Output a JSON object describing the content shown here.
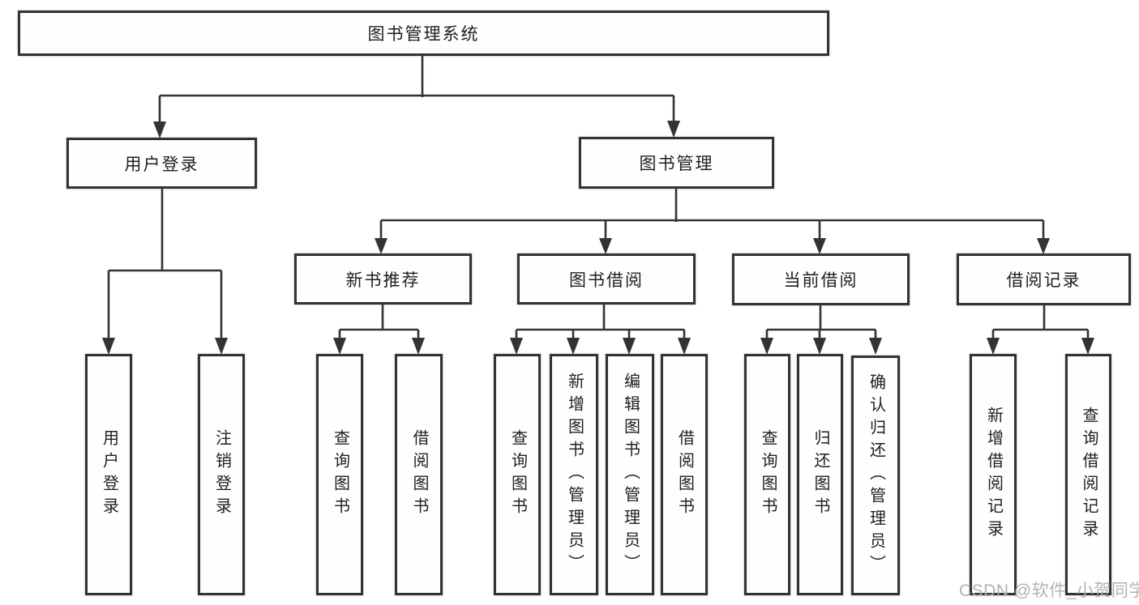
{
  "diagram": {
    "title": "图书管理系统",
    "branches": [
      {
        "label": "用户登录",
        "children": [
          {
            "label": "用户登录"
          },
          {
            "label": "注销登录"
          }
        ]
      },
      {
        "label": "图书管理",
        "groups": [
          {
            "label": "新书推荐",
            "children": [
              {
                "label": "查询图书"
              },
              {
                "label": "借阅图书"
              }
            ]
          },
          {
            "label": "图书借阅",
            "children": [
              {
                "label": "查询图书"
              },
              {
                "label": "新增图书（管理员）"
              },
              {
                "label": "编辑图书（管理员）"
              },
              {
                "label": "借阅图书"
              }
            ]
          },
          {
            "label": "当前借阅",
            "children": [
              {
                "label": "查询图书"
              },
              {
                "label": "归还图书"
              },
              {
                "label": "确认归还（管理员）"
              }
            ]
          },
          {
            "label": "借阅记录",
            "children": [
              {
                "label": "新增借阅记录"
              },
              {
                "label": "查询借阅记录"
              }
            ]
          }
        ]
      }
    ],
    "colors": {
      "line": "#333333",
      "text": "#1f1f1f",
      "box_fill": "#fefefe",
      "watermark": "#b3b3b3"
    }
  },
  "watermark": {
    "text": "CSDN @软件_小贺同学"
  }
}
